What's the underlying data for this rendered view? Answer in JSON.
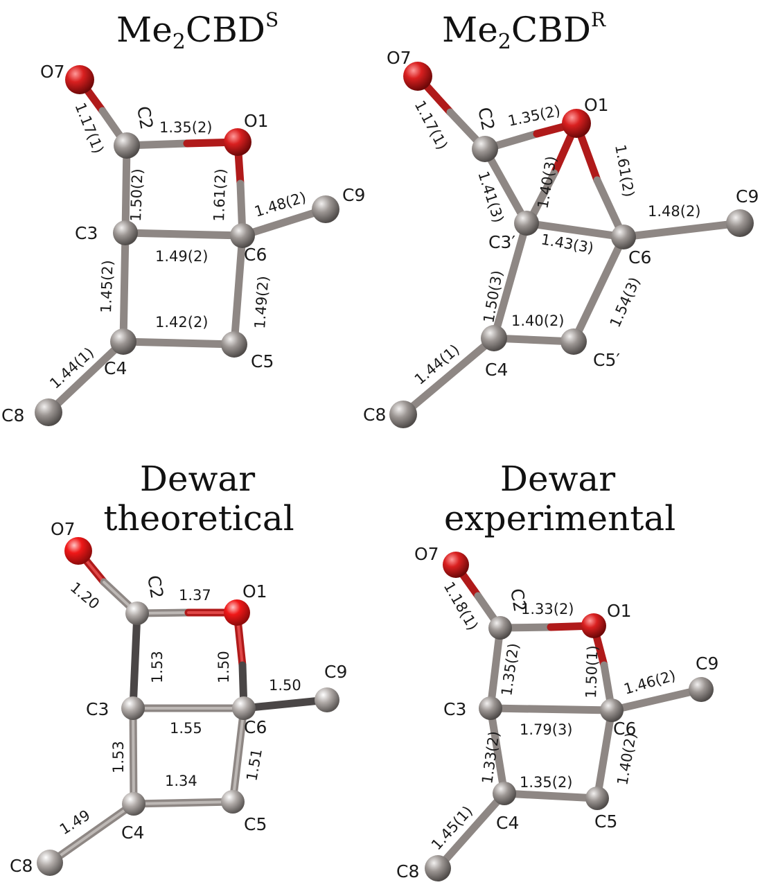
{
  "panels": [
    {
      "title_main": "Me",
      "title_sub": "2",
      "title_tail": "CBD",
      "title_sup": "S",
      "atoms": {
        "O7": "O7",
        "C2": "C2",
        "O1": "O1",
        "C3": "C3",
        "C6": "C6",
        "C9": "C9",
        "C4": "C4",
        "C5": "C5",
        "C8": "C8"
      },
      "bonds": {
        "O7_C2": "1.17(1)",
        "C2_O1": "1.35(2)",
        "C2_C3": "1.50(2)",
        "O1_C6": "1.61(2)",
        "C6_C9": "1.48(2)",
        "C3_C6": "1.49(2)",
        "C3_C4": "1.45(2)",
        "C6_C5": "1.49(2)",
        "C4_C5": "1.42(2)",
        "C4_C8": "1.44(1)"
      }
    },
    {
      "title_main": "Me",
      "title_sub": "2",
      "title_tail": "CBD",
      "title_sup": "R",
      "atoms": {
        "O7": "O7",
        "C2": "C2",
        "O1": "O1",
        "C3": "C3′",
        "C6": "C6",
        "C9": "C9",
        "C4": "C4",
        "C5": "C5′",
        "C8": "C8"
      },
      "bonds": {
        "O7_C2": "1.17(1)",
        "C2_O1": "1.35(2)",
        "C2_C3": "1.41(3)",
        "O1_C3": "1.40(3)",
        "O1_C6": "1.61(2)",
        "C6_C9": "1.48(2)",
        "C3_C6": "1.43(3)",
        "C3_C4": "1.50(3)",
        "C6_C5": "1.54(3)",
        "C4_C5": "1.40(2)",
        "C4_C8": "1.44(1)"
      }
    },
    {
      "title_line1": "Dewar",
      "title_line2": "theoretical",
      "atoms": {
        "O7": "O7",
        "C2": "C2",
        "O1": "O1",
        "C3": "C3",
        "C6": "C6",
        "C9": "C9",
        "C4": "C4",
        "C5": "C5",
        "C8": "C8"
      },
      "bonds": {
        "O7_C2": "1.20",
        "C2_O1": "1.37",
        "C2_C3": "1.53",
        "O1_C6": "1.50",
        "C6_C9": "1.50",
        "C3_C6": "1.55",
        "C3_C4": "1.53",
        "C6_C5": "1.51",
        "C4_C5": "1.34",
        "C4_C8": "1.49"
      }
    },
    {
      "title_line1": "Dewar",
      "title_line2": "experimental",
      "atoms": {
        "O7": "O7",
        "C2": "C2",
        "O1": "O1",
        "C3": "C3",
        "C6": "C6",
        "C9": "C9",
        "C4": "C4",
        "C5": "C5",
        "C8": "C8"
      },
      "bonds": {
        "O7_C2": "1.18(1)",
        "C2_O1": "1.33(2)",
        "C2_C3": "1.35(2)",
        "O1_C6": "1.50(1)",
        "C6_C9": "1.46(2)",
        "C3_C6": "1.79(3)",
        "C3_C4": "1.33(2)",
        "C6_C5": "1.40(2)",
        "C4_C5": "1.35(2)",
        "C4_C8": "1.45(1)"
      }
    }
  ]
}
